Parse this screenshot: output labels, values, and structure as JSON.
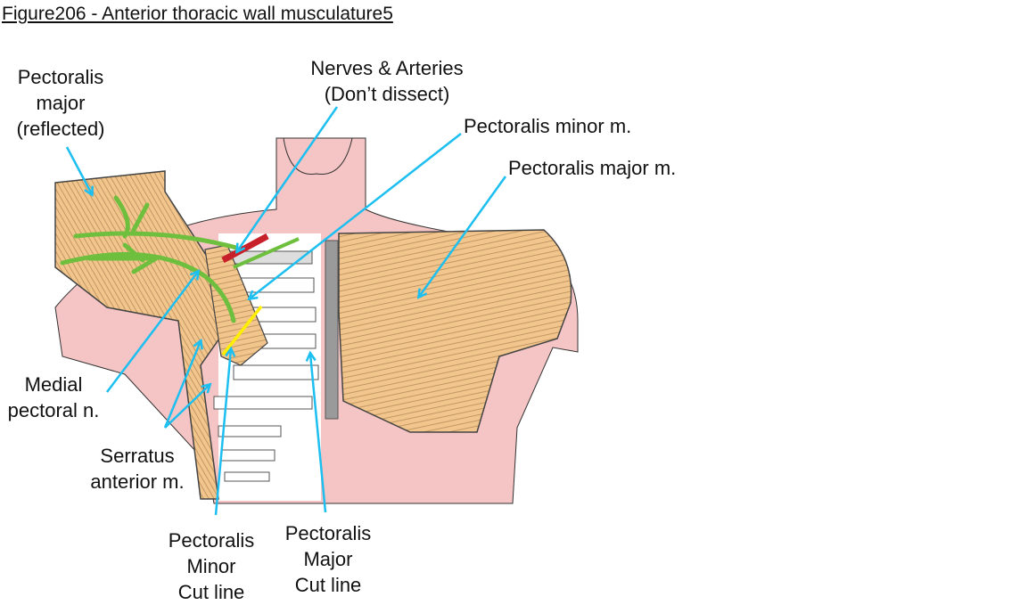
{
  "title": "Figure206 - Anterior thoracic wall musculature5",
  "colors": {
    "arrow": "#1cbff0",
    "skin": "#f5c5c5",
    "muscle": "#f2c58c",
    "nerve": "#6fbf3f",
    "artery": "#c8202a",
    "cut_line": "#ffee00",
    "cartilage": "#9a9a9a"
  },
  "labels": {
    "pect_major_reflected": [
      "Pectoralis",
      "major",
      "(reflected)"
    ],
    "nerves_arteries": [
      "Nerves & Arteries",
      "(Don’t dissect)"
    ],
    "pect_minor": [
      "Pectoralis minor m."
    ],
    "pect_major": [
      "Pectoralis major m."
    ],
    "medial_pectoral": [
      "Medial",
      "pectoral n."
    ],
    "serratus": [
      "Serratus",
      "anterior m."
    ],
    "pect_minor_cut": [
      "Pectoralis",
      "Minor",
      "Cut line"
    ],
    "pect_major_cut": [
      "Pectoralis",
      "Major",
      "Cut line"
    ]
  }
}
